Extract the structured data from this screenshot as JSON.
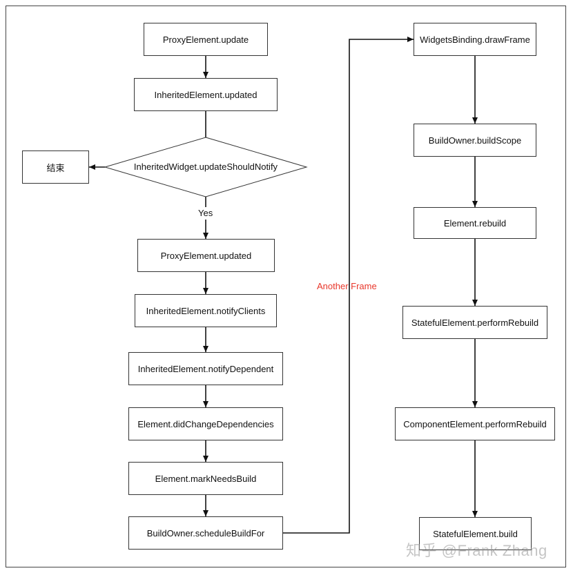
{
  "nodes": {
    "proxy_update": "ProxyElement.update",
    "inherited_updated": "InheritedElement.updated",
    "decision": "InheritedWidget.updateShouldNotify",
    "end": "结束",
    "proxy_updated": "ProxyElement.updated",
    "notify_clients": "InheritedElement.notifyClients",
    "notify_dependent": "InheritedElement.notifyDependent",
    "did_change_deps": "Element.didChangeDependencies",
    "mark_needs_build": "Element.markNeedsBuild",
    "schedule_build_for": "BuildOwner.scheduleBuildFor",
    "draw_frame": "WidgetsBinding.drawFrame",
    "build_scope": "BuildOwner.buildScope",
    "element_rebuild": "Element.rebuild",
    "stateful_perform_rebuild": "StatefulElement.performRebuild",
    "component_perform_rebuild": "ComponentElement.performRebuild",
    "stateful_build": "StatefulElement.build"
  },
  "edge_labels": {
    "yes": "Yes",
    "another_frame": "Another Frame"
  },
  "watermark": "知乎 @Frank Zhang",
  "colors": {
    "line": "#111111",
    "highlight_label": "#e8362a"
  }
}
